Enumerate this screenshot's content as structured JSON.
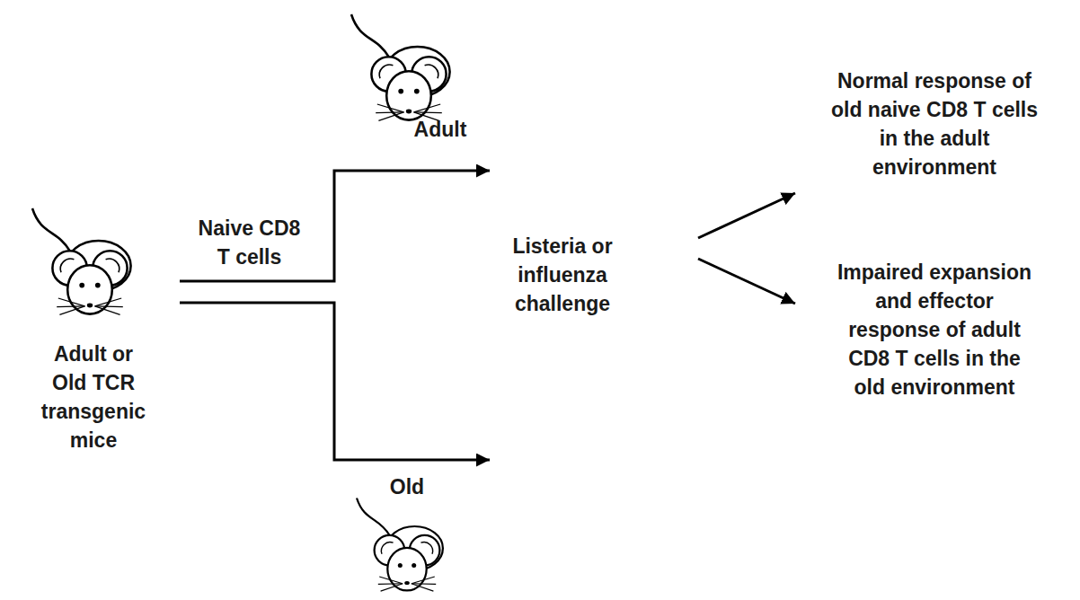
{
  "diagram": {
    "nodes": [
      {
        "text": [
          "Adult or Old TCR transgenic mice"
        ]
      },
      {
        "text": [
          "Listeria or influenza challenge"
        ]
      },
      {
        "text": [
          "Normal response of old naive CD8 T cells in the adult environment"
        ]
      },
      {
        "text": [
          "Impaired expansion and effector response of adult CD8 T cells in the old environment"
        ]
      }
    ],
    "edges": [
      {
        "from": 0,
        "to": 1,
        "arrow": "to",
        "label": "Naive CD8 T cells"
      },
      {
        "from": 0,
        "to": 1,
        "arrow": "to"
      },
      {
        "from": 1,
        "to": 2,
        "arrow": "to"
      },
      {
        "from": 1,
        "to": 3,
        "arrow": "to"
      }
    ],
    "labels": [
      "Adult",
      "Old"
    ]
  }
}
